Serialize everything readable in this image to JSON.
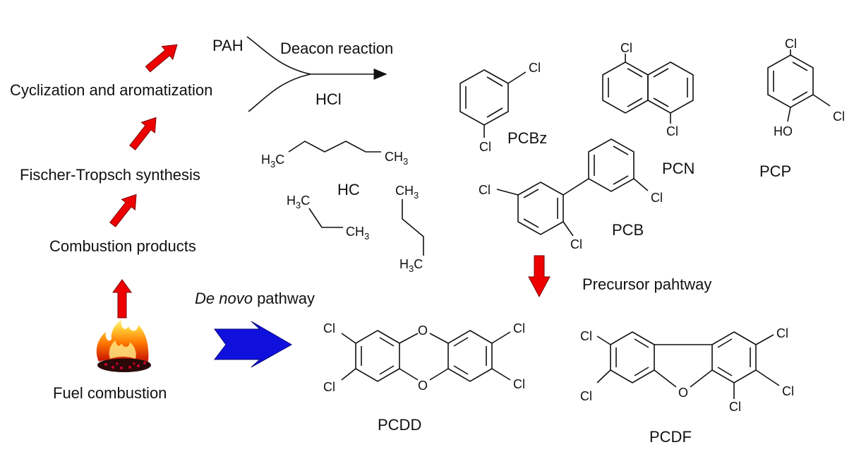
{
  "steps": {
    "fuel": "Fuel combustion",
    "combustion": "Combustion products",
    "fischer": "Fischer-Tropsch synthesis",
    "cyclization": "Cyclization and aromatization",
    "pah": "PAH"
  },
  "deacon": {
    "top": "Deacon reaction",
    "bottom": "HCl"
  },
  "hc": {
    "label": "HC",
    "h3c": "H",
    "ch3": "CH",
    "sub3": "3"
  },
  "de_novo": {
    "italic": "De novo",
    "rest": " pathway"
  },
  "precursor": "Precursor pahtway",
  "compounds": {
    "pcbz": "PCBz",
    "pcn": "PCN",
    "pcp": "PCP",
    "pcb": "PCB",
    "pcdd": "PCDD",
    "pcdf": "PCDF"
  },
  "atoms": {
    "cl": "Cl",
    "o": "O",
    "ho": "HO"
  },
  "colors": {
    "red_arrow": "#ee0000",
    "blue_arrow": "#1010dd",
    "flame": "#ff8a00"
  },
  "icons": [
    "flame-icon"
  ]
}
